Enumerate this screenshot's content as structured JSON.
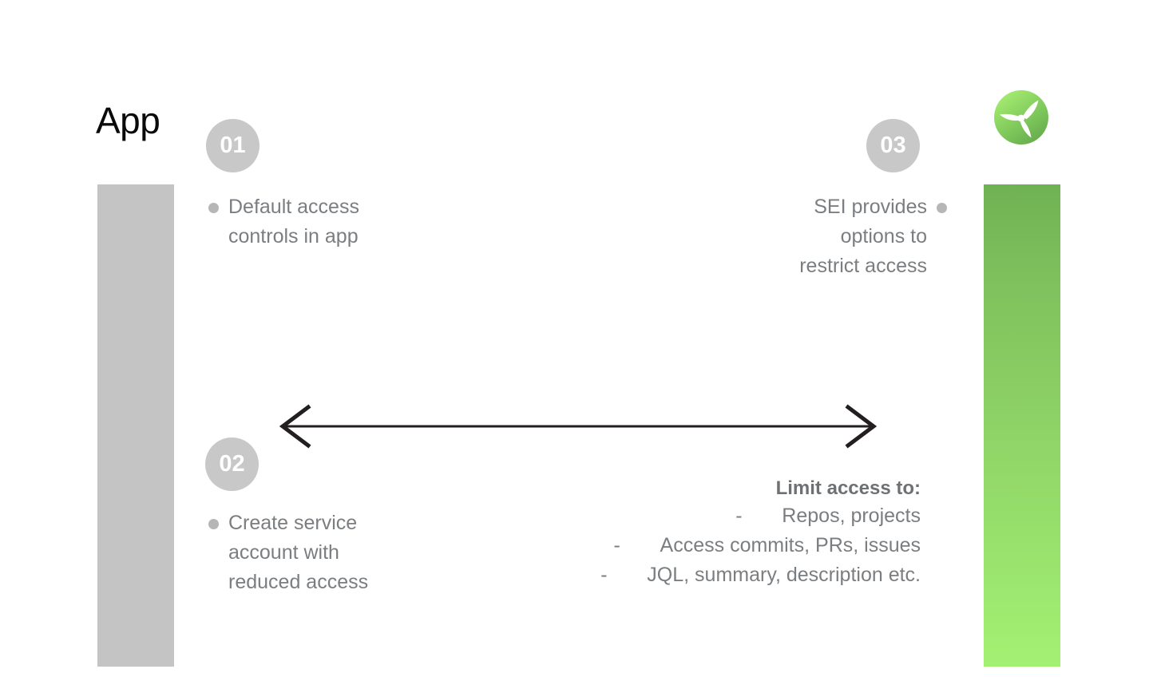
{
  "slide": {
    "title": "App",
    "background_color": "#ffffff"
  },
  "colors": {
    "badge_gray": "#c8c8c8",
    "bar_gray": "#c4c4c4",
    "text_gray": "#7b7e81",
    "heading_gray": "#6e7174",
    "bullet_gray": "#b6b6b6",
    "green_dark": "#6fb254",
    "green_light": "#a3f173",
    "arrow_black": "#231f20"
  },
  "logo": {
    "name": "sei-propeller-logo",
    "circle_gradient_from": "#a8ef73",
    "circle_gradient_to": "#6cb254",
    "blade_color": "#ffffff"
  },
  "bars": {
    "left": {
      "name": "app-column-bar",
      "color": "#c4c4c4"
    },
    "right": {
      "name": "sei-column-bar",
      "gradient_from": "#6fb254",
      "gradient_to": "#a3f173"
    }
  },
  "steps": [
    {
      "number": "01",
      "bullet": "Default access\ncontrols in app",
      "align": "left"
    },
    {
      "number": "02",
      "bullet": "Create service\naccount with\nreduced access",
      "align": "left"
    },
    {
      "number": "03",
      "bullet": "SEI provides\noptions to\nrestrict access",
      "align": "right"
    }
  ],
  "arrow": {
    "name": "double-headed-arrow",
    "direction": "both",
    "color": "#231f20"
  },
  "limit_access": {
    "heading": "Limit access to:",
    "dash": "-",
    "items": [
      "Repos, projects",
      "Access commits, PRs, issues",
      "JQL, summary, description etc."
    ]
  }
}
